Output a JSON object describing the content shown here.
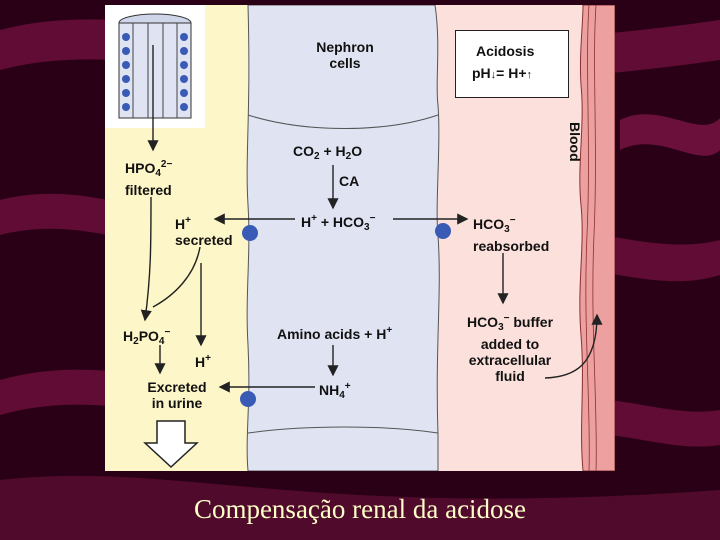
{
  "colors": {
    "slide_background": "#2a0016",
    "swirl": "#6e0f3c",
    "lumen": "#fdf6c8",
    "cell": "#dfe3f2",
    "interstitial": "#fbe0dc",
    "blood_vessel": "#eda0a0",
    "transporter": "#3a5bb5",
    "caption": "#ffffc8"
  },
  "figure": {
    "nephron_label_line1": "Nephron",
    "nephron_label_line2": "cells",
    "legend": {
      "title": "Acidosis",
      "ph": "pH",
      "eq": "= H+",
      "down_arrow_icon": "down-arrow",
      "up_arrow_icon": "up-arrow"
    },
    "blood_label": "Blood",
    "co2_h2o": {
      "a": "CO",
      "a_sub": "2",
      "b": " + H",
      "b_sub": "2",
      "c": "O"
    },
    "ca": "CA",
    "h_hco3": {
      "a": "H",
      "a_sup": "+",
      "b": " + HCO",
      "b_sub": "3",
      "b_sup": "−"
    },
    "hco3_reabsorbed": {
      "a": "HCO",
      "a_sub": "3",
      "a_sup": "−",
      "line2": "reabsorbed"
    },
    "hpo4_filtered": {
      "a": "HPO",
      "a_sub": "4",
      "a_sup": "2−",
      "line2": "filtered"
    },
    "h_secreted": {
      "a": "H",
      "a_sup": "+",
      "line2": "secreted"
    },
    "h2po4": {
      "a": "H",
      "a_sub": "2",
      "b": "PO",
      "b_sub": "4",
      "b_sup": "−"
    },
    "h_small": {
      "a": "H",
      "a_sup": "+"
    },
    "amino_acids": {
      "a": "Amino acids + H",
      "a_sup": "+"
    },
    "hco3_buffer": {
      "a": "HCO",
      "a_sub": "3",
      "a_sup": "−",
      "b": " buffer",
      "line2": "added to",
      "line3": "extracellular",
      "line4": "fluid"
    },
    "excreted": {
      "line1": "Excreted",
      "line2": "in urine"
    },
    "nh4": {
      "a": "NH",
      "a_sub": "4",
      "a_sup": "+"
    }
  },
  "caption": "Compensação renal da acidose"
}
